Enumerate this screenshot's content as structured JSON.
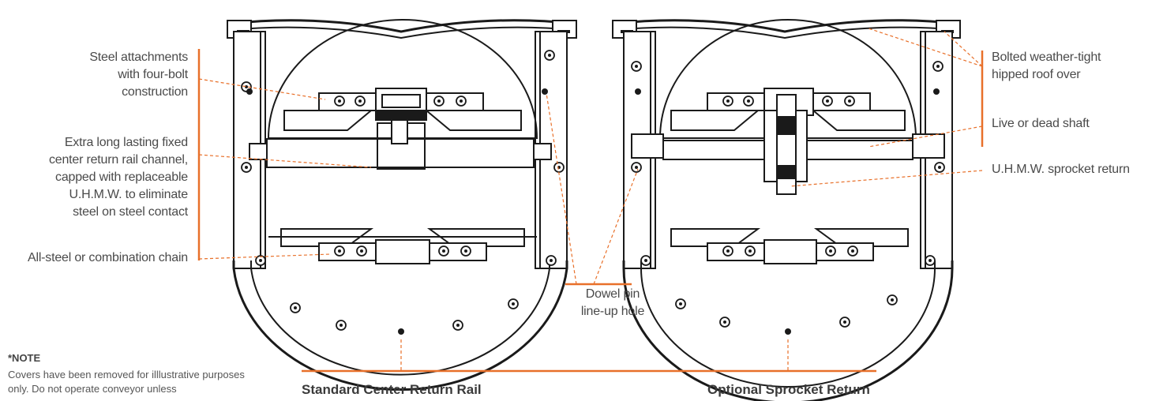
{
  "labels": {
    "steel_attachments": "Steel attachments\nwith four-bolt\nconstruction",
    "fixed_rail": "Extra long lasting fixed\ncenter return rail channel,\ncapped with replaceable\nU.H.M.W. to eliminate\nsteel on steel contact",
    "chain": "All-steel or combination chain",
    "dowel": "Dowel pin\nline-up hole",
    "roof": "Bolted weather-tight\nhipped roof over",
    "shaft": "Live or dead shaft",
    "sprocket": "U.H.M.W. sprocket return"
  },
  "note": {
    "heading": "*NOTE",
    "text": "Covers have been removed for illlustrative purposes only. Do not operate conveyor unless"
  },
  "captions": {
    "left": "Standard Center Return Rail",
    "right": "Optional Sprocket Return"
  },
  "colors": {
    "accent": "#e8702a",
    "line": "#1a1a1a",
    "text": "#4a4a4a"
  }
}
